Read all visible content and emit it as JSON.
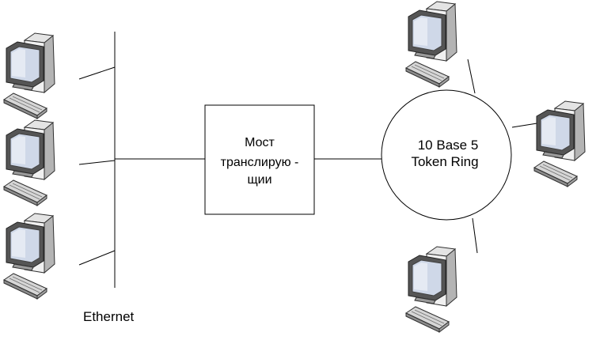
{
  "bridge": {
    "line1": "Мост",
    "line2": "транслирую  -",
    "line3": "щии"
  },
  "ring": {
    "line1": "10 Base 5",
    "line2": "Token Ring"
  },
  "ethernet": {
    "label": "Ethernet"
  },
  "icons": {
    "computer": "desktop-computer-icon"
  },
  "colors": {
    "line": "#000000",
    "case_front": "#f0f0f0",
    "case_side": "#b4b4b4",
    "screen": "#cfd8e8",
    "outline": "#303030"
  }
}
